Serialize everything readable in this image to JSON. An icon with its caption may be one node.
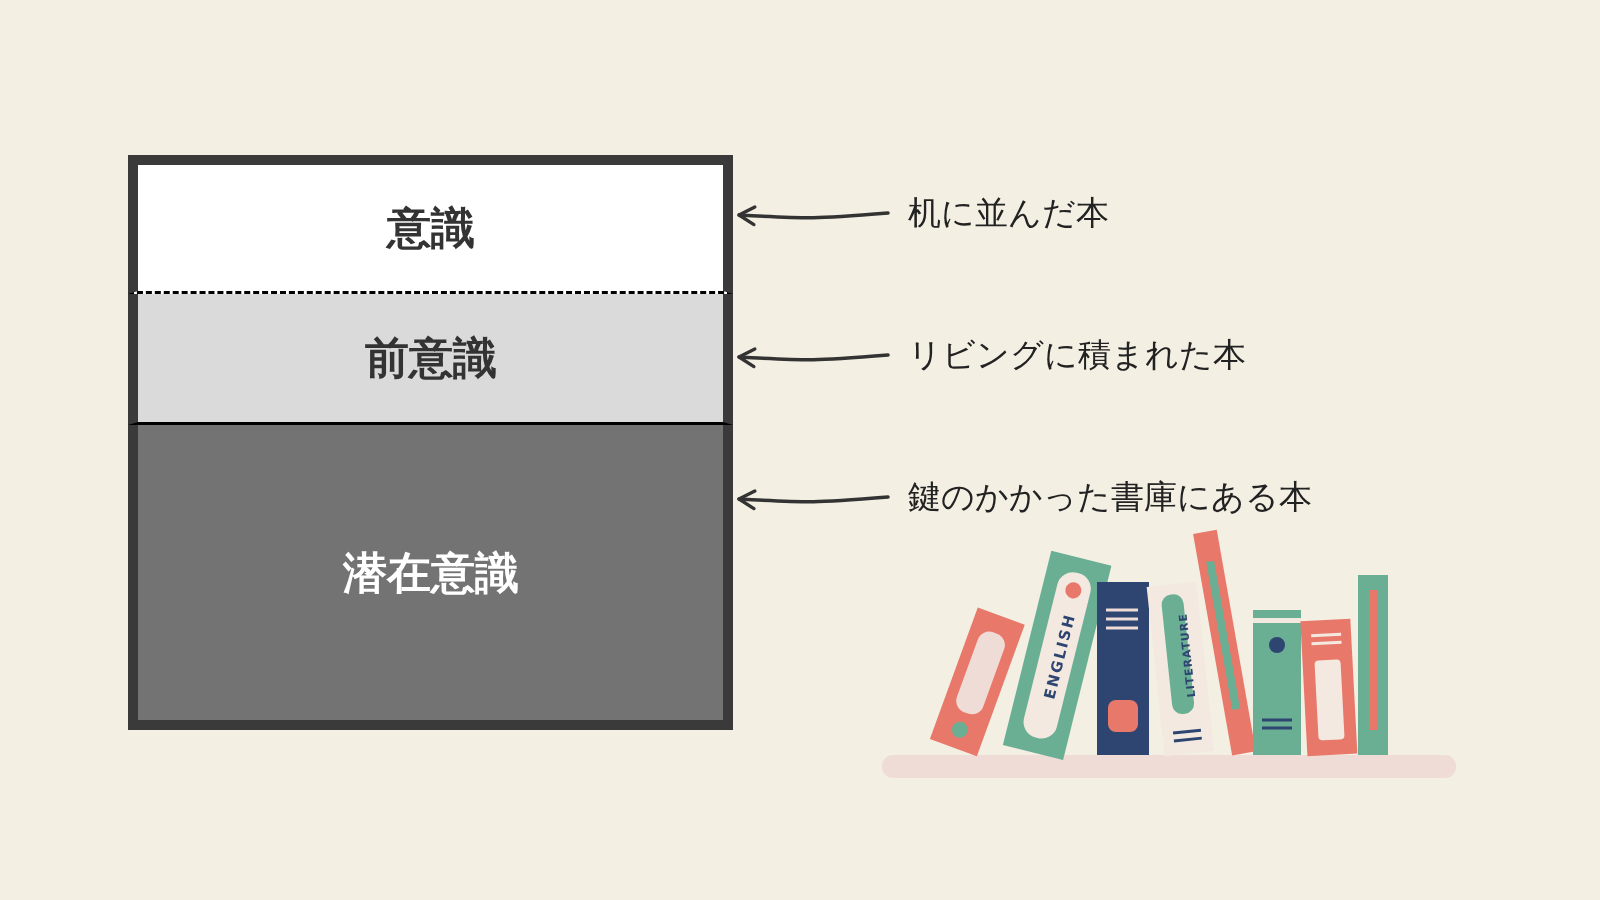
{
  "diagram": {
    "nodes": [
      {
        "text": [
          "意識"
        ]
      },
      {
        "text": [
          "前意識"
        ]
      },
      {
        "text": [
          "潜在意識"
        ]
      },
      {
        "text": [
          "机に並んだ本"
        ]
      },
      {
        "text": [
          "リビングに積まれた本"
        ]
      },
      {
        "text": [
          "鍵のかかった書庫にある本"
        ]
      }
    ],
    "edges": [
      {
        "from": 3,
        "to": 0,
        "arrow": "to"
      },
      {
        "from": 4,
        "to": 1,
        "arrow": "to"
      },
      {
        "from": 5,
        "to": 2,
        "arrow": "to"
      }
    ],
    "labels": [
      "ENGLISH",
      "LITERATURE"
    ]
  }
}
